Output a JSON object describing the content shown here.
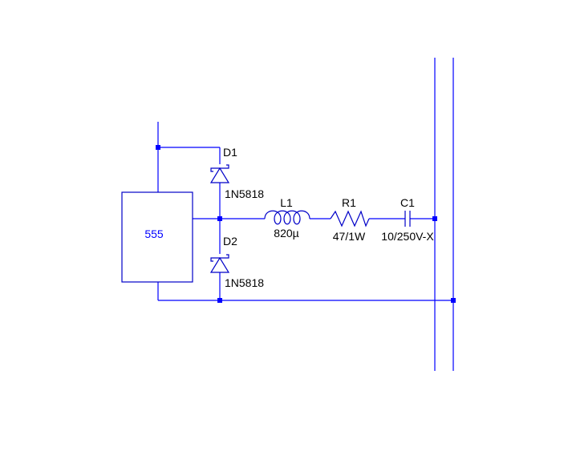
{
  "colors": {
    "wire": "#0000ff",
    "component": "#0000c8",
    "label": "#000000",
    "ic_label": "#0000ff",
    "background": "#ffffff"
  },
  "components": {
    "ic": {
      "label": "555"
    },
    "d1": {
      "ref": "D1",
      "value": "1N5818"
    },
    "d2": {
      "ref": "D2",
      "value": "1N5818"
    },
    "l1": {
      "ref": "L1",
      "value": "820µ"
    },
    "r1": {
      "ref": "R1",
      "value": "47/1W"
    },
    "c1": {
      "ref": "C1",
      "value": "10/250V-X"
    }
  }
}
